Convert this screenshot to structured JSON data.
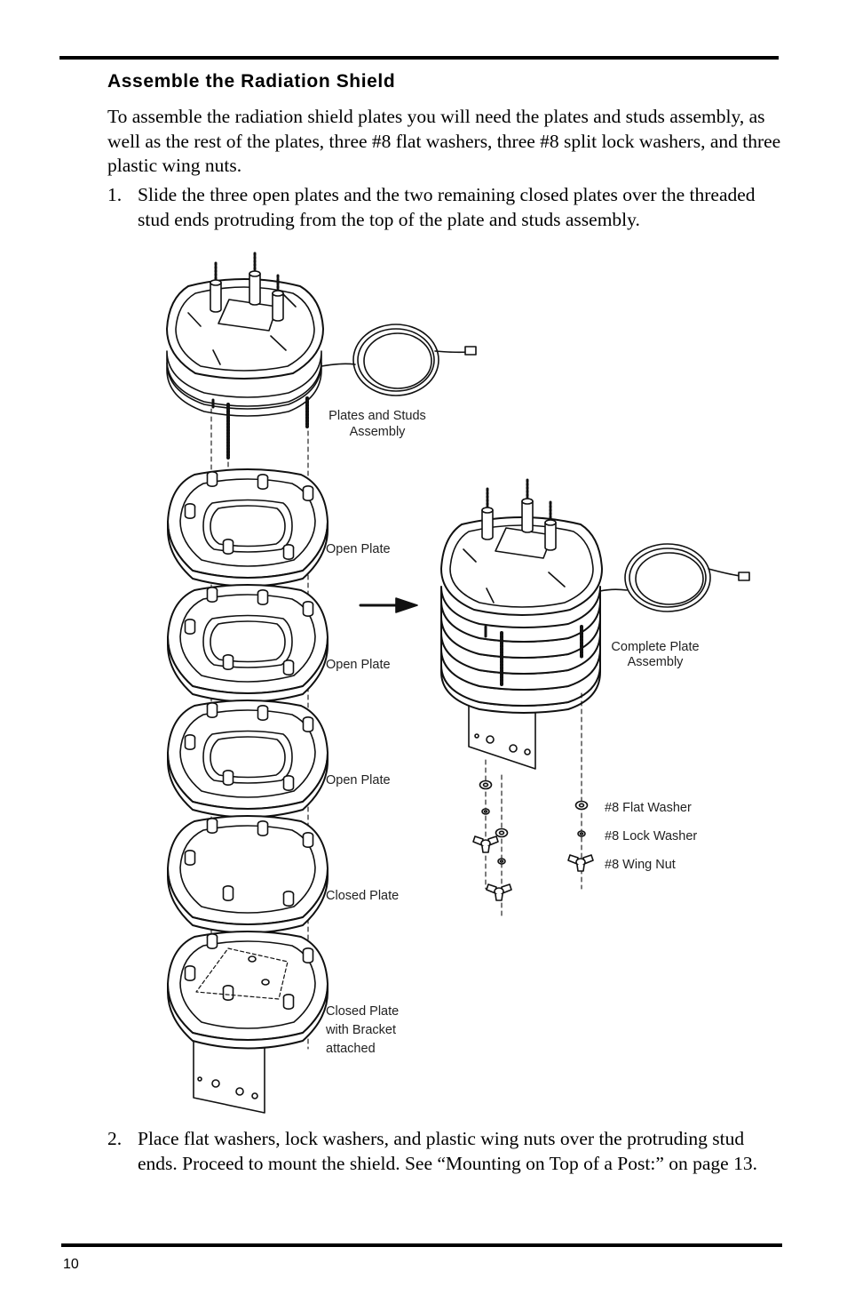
{
  "page": {
    "heading": "Assemble the Radiation Shield",
    "intro": "To assemble the radiation shield plates you will need the plates and studs assembly, as well as the rest of the plates, three #8 flat washers, three #8 split lock washers, and three plastic wing nuts.",
    "steps": [
      {
        "num": "1.",
        "text": "Slide the three open plates and the two remaining closed plates over the threaded stud ends protruding from the top of the plate and studs assembly."
      },
      {
        "num": "2.",
        "text": "Place flat washers, lock washers, and plastic wing nuts over the protruding stud ends. Proceed to mount the shield. See “Mounting on Top of a Post:” on page 13."
      }
    ],
    "page_number": "10"
  },
  "figure": {
    "labels": {
      "plates_studs_1": "Plates and Studs",
      "plates_studs_2": "Assembly",
      "open_plate_1": "Open Plate",
      "open_plate_2": "Open Plate",
      "open_plate_3": "Open Plate",
      "closed_plate": "Closed Plate",
      "bracket_1": "Closed Plate",
      "bracket_2": "with Bracket",
      "bracket_3": "attached",
      "complete_1": "Complete Plate",
      "complete_2": "Assembly",
      "flat_washer": "#8 Flat Washer",
      "lock_washer": "#8 Lock Washer",
      "wing_nut": "#8 Wing Nut"
    }
  }
}
